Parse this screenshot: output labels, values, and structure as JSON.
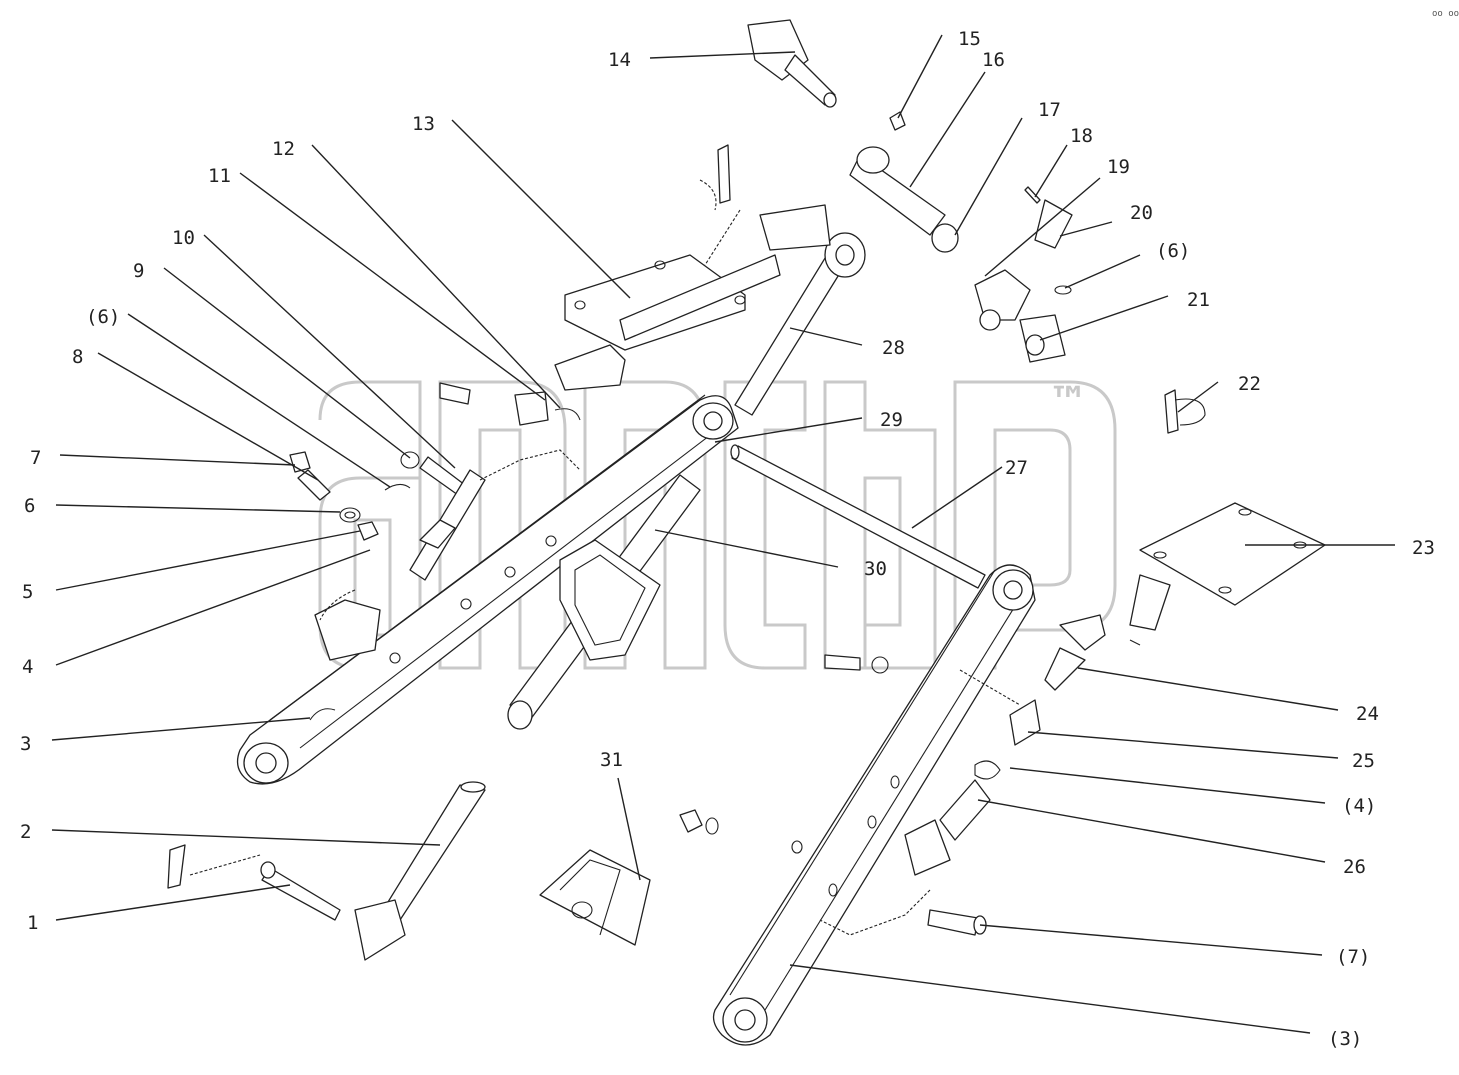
{
  "diagram": {
    "watermark_mark": "™",
    "corner_mark": "oo ooo",
    "callouts": [
      {
        "id": "c14",
        "label": "14"
      },
      {
        "id": "c15",
        "label": "15"
      },
      {
        "id": "c16",
        "label": "16"
      },
      {
        "id": "c17",
        "label": "17"
      },
      {
        "id": "c18",
        "label": "18"
      },
      {
        "id": "c19",
        "label": "19"
      },
      {
        "id": "c20",
        "label": "20"
      },
      {
        "id": "c6b",
        "label": "(6)"
      },
      {
        "id": "c21",
        "label": "21"
      },
      {
        "id": "c22",
        "label": "22"
      },
      {
        "id": "c13",
        "label": "13"
      },
      {
        "id": "c12",
        "label": "12"
      },
      {
        "id": "c11",
        "label": "11"
      },
      {
        "id": "c10",
        "label": "10"
      },
      {
        "id": "c9",
        "label": "9"
      },
      {
        "id": "c6a",
        "label": "(6)"
      },
      {
        "id": "c8",
        "label": "8"
      },
      {
        "id": "c7",
        "label": "7"
      },
      {
        "id": "c6",
        "label": "6"
      },
      {
        "id": "c5",
        "label": "5"
      },
      {
        "id": "c4",
        "label": "4"
      },
      {
        "id": "c3",
        "label": "3"
      },
      {
        "id": "c2",
        "label": "2"
      },
      {
        "id": "c1",
        "label": "1"
      },
      {
        "id": "c28",
        "label": "28"
      },
      {
        "id": "c29",
        "label": "29"
      },
      {
        "id": "c27",
        "label": "27"
      },
      {
        "id": "c30",
        "label": "30"
      },
      {
        "id": "c23",
        "label": "23"
      },
      {
        "id": "c24",
        "label": "24"
      },
      {
        "id": "c25",
        "label": "25"
      },
      {
        "id": "c4b",
        "label": "(4)"
      },
      {
        "id": "c26",
        "label": "26"
      },
      {
        "id": "c7b",
        "label": "(7)"
      },
      {
        "id": "c3b",
        "label": "(3)"
      },
      {
        "id": "c31",
        "label": "31"
      }
    ]
  }
}
